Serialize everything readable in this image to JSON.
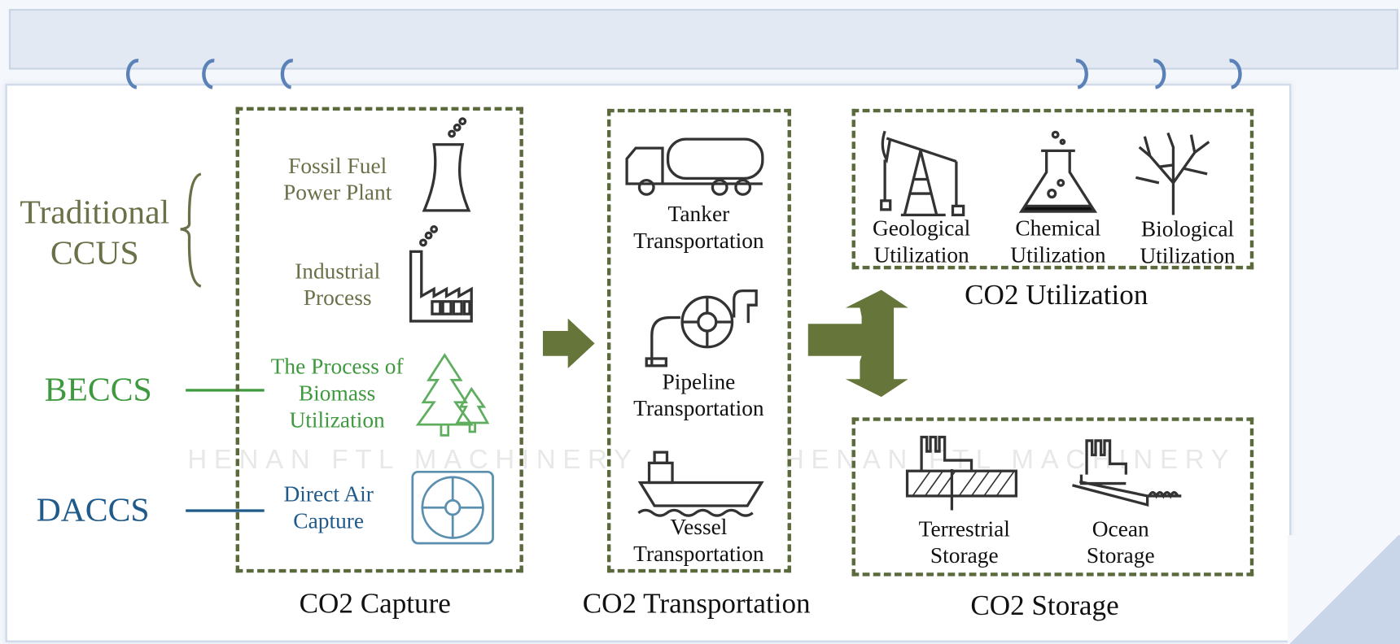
{
  "watermark": "HENAN FTL MACHINERY",
  "colors": {
    "traditional": "#6b7048",
    "beccs": "#3f9a3f",
    "daccs": "#1f5a8a",
    "box_border": "#5b6a3c",
    "arrow": "#66763a"
  },
  "left_labels": {
    "traditional": [
      "Traditional",
      "CCUS"
    ],
    "beccs": "BECCS",
    "daccs": "DACCS"
  },
  "capture": {
    "title": "CO2 Capture",
    "items": [
      {
        "lines": [
          "Fossil Fuel",
          "Power Plant"
        ],
        "icon": "cooling-tower-icon"
      },
      {
        "lines": [
          "Industrial",
          "Process"
        ],
        "icon": "factory-icon"
      },
      {
        "lines": [
          "The Process of",
          "Biomass",
          "Utilization"
        ],
        "icon": "trees-icon"
      },
      {
        "lines": [
          "Direct Air",
          "Capture"
        ],
        "icon": "fan-icon"
      }
    ]
  },
  "transportation": {
    "title": "CO2 Transportation",
    "items": [
      {
        "lines": [
          "Tanker",
          "Transportation"
        ],
        "icon": "tanker-truck-icon"
      },
      {
        "lines": [
          "Pipeline",
          "Transportation"
        ],
        "icon": "pipeline-icon"
      },
      {
        "lines": [
          "Vessel",
          "Transportation"
        ],
        "icon": "ship-icon"
      }
    ]
  },
  "utilization": {
    "title": "CO2 Utilization",
    "items": [
      {
        "lines": [
          "Geological",
          "Utilization"
        ],
        "icon": "pumpjack-icon"
      },
      {
        "lines": [
          "Chemical",
          "Utilization"
        ],
        "icon": "flask-icon"
      },
      {
        "lines": [
          "Biological",
          "Utilization"
        ],
        "icon": "coral-icon"
      }
    ]
  },
  "storage": {
    "title": "CO2 Storage",
    "items": [
      {
        "lines": [
          "Terrestrial",
          "Storage"
        ],
        "icon": "terrestrial-storage-icon"
      },
      {
        "lines": [
          "Ocean",
          "Storage"
        ],
        "icon": "ocean-storage-icon"
      }
    ]
  }
}
